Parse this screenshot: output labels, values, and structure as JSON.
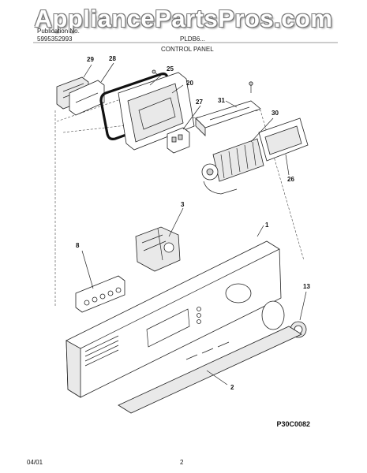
{
  "watermark": "AppliancePartsPros.com",
  "header": {
    "publication_label": "Publication No.",
    "publication_number": "5995352993",
    "model_partial": "PLDB6...",
    "section_title": "CONTROL PANEL"
  },
  "callouts": [
    "29",
    "28",
    "25",
    "20",
    "27",
    "31",
    "30",
    "26",
    "3",
    "1",
    "8",
    "13",
    "2"
  ],
  "drawing_code": "P30C0082",
  "footer": {
    "date": "04/01",
    "page": "2"
  }
}
